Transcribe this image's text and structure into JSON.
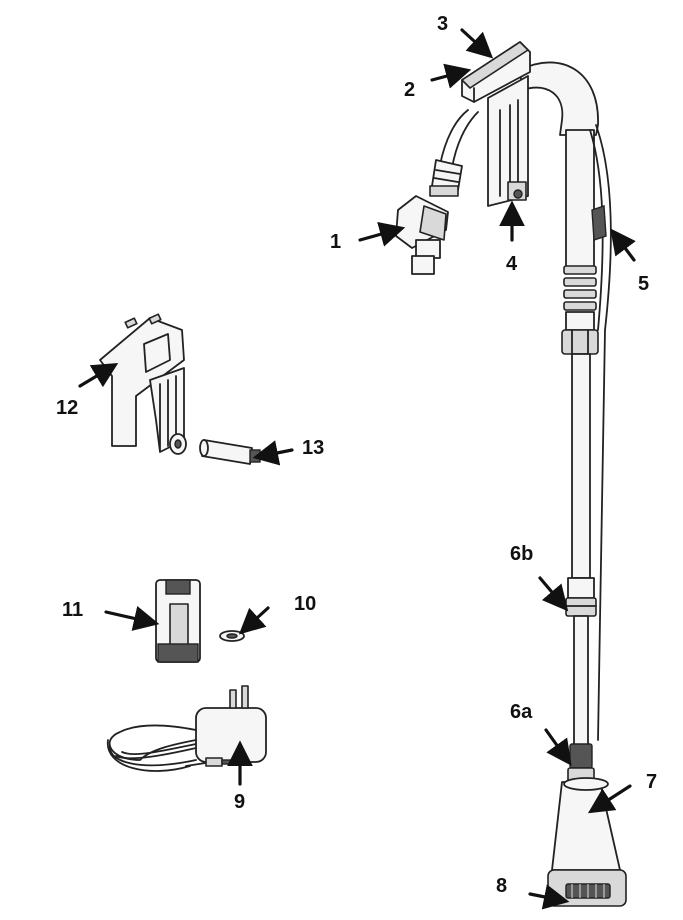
{
  "callouts": {
    "c1": "1",
    "c2": "2",
    "c3": "3",
    "c4": "4",
    "c5": "5",
    "c6a": "6a",
    "c6b": "6b",
    "c7": "7",
    "c8": "8",
    "c9": "9",
    "c10": "10",
    "c11": "11",
    "c12": "12",
    "c13": "13"
  }
}
